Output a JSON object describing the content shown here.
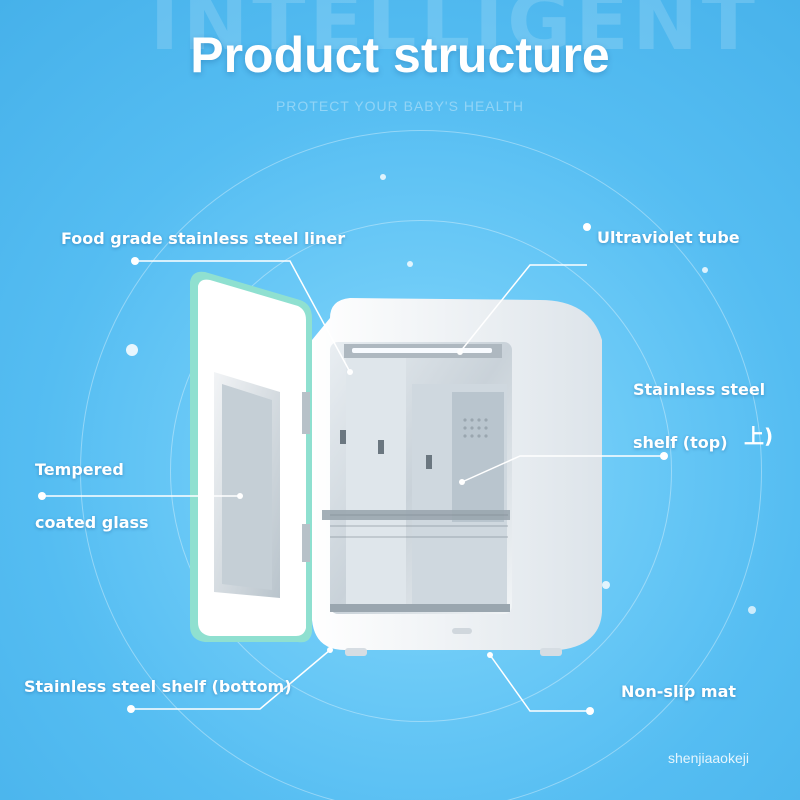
{
  "title": "Product structure",
  "subtitle": "PROTECT YOUR BABY'S HEALTH",
  "background_word": "INTELLIGENT",
  "labels": {
    "liner": "Food grade stainless steel liner",
    "uv_tube": "Ultraviolet tube",
    "shelf_top_line1": "Stainless steel",
    "shelf_top_line2": "shelf (top)",
    "shelf_top_suffix": "上)",
    "glass_line1": "Tempered",
    "glass_line2": "coated glass",
    "shelf_bottom": "Stainless steel shelf (bottom)",
    "mat": "Non-slip mat"
  },
  "watermark": "shenjiaaokeji",
  "colors": {
    "background": "#5cc2f3",
    "text": "#ffffff",
    "door_trim": "#8fe0d0",
    "cabinet": "#f4f6f8"
  }
}
